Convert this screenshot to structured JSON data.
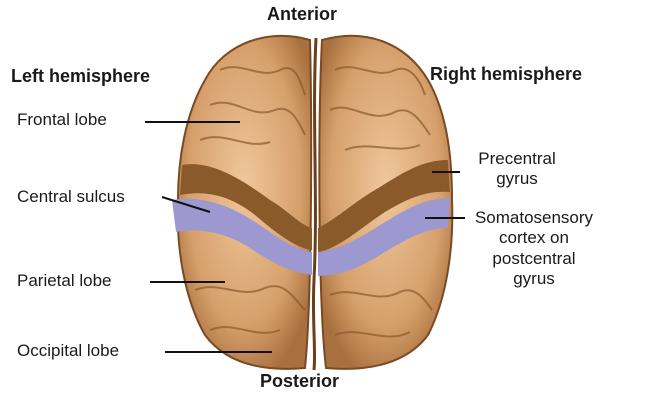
{
  "orientation": {
    "anterior": "Anterior",
    "posterior": "Posterior"
  },
  "hemispheres": {
    "left": "Left hemisphere",
    "right": "Right hemisphere"
  },
  "left_labels": {
    "frontal_lobe": "Frontal lobe",
    "central_sulcus": "Central sulcus",
    "parietal_lobe": "Parietal lobe",
    "occipital_lobe": "Occipital lobe"
  },
  "right_labels": {
    "precentral_line1": "Precentral",
    "precentral_line2": "gyrus",
    "somatosensory_line1": "Somatosensory",
    "somatosensory_line2": "cortex on",
    "somatosensory_line3": "postcentral",
    "somatosensory_line4": "gyrus"
  },
  "colors": {
    "brain_tan": "#d9a877",
    "brain_dark": "#8a5a2e",
    "precentral_brown": "#8b5a2b",
    "somatosensory_lavender": "#9d98cf",
    "leader_line": "#111111"
  }
}
